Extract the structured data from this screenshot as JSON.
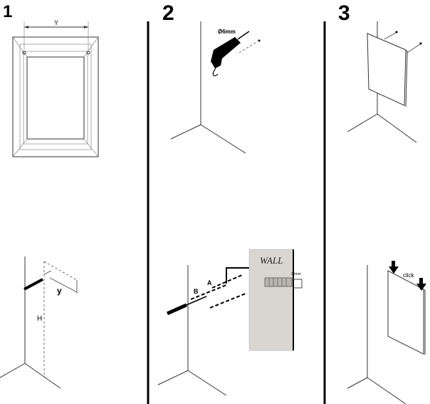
{
  "steps": [
    {
      "number": "1"
    },
    {
      "number": "2"
    },
    {
      "number": "3"
    }
  ],
  "panel1": {
    "top_dimension": "Y",
    "side_dimension_y": "y",
    "height_label": "H"
  },
  "panel2": {
    "drill_size": "Ø6mm",
    "wall_label": "WALL",
    "part_a": "A",
    "part_b": "B",
    "depth_label": "25mm"
  },
  "panel3": {
    "click_label": "click"
  },
  "colors": {
    "ink": "#000000",
    "wall_fill": "#d9d6d2",
    "divider": "#000000"
  },
  "icons": [
    "drill-icon",
    "screwdriver-icon",
    "wall-plug-icon",
    "arrow-down-icon",
    "elbow-arrow-icon"
  ]
}
